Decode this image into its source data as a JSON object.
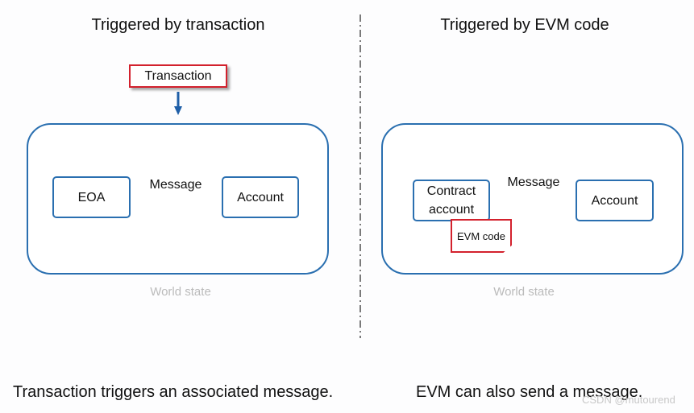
{
  "left": {
    "heading": "Triggered by transaction",
    "transaction_label": "Transaction",
    "source_label": "EOA",
    "message_label": "Message",
    "target_label": "Account",
    "world_state_label": "World state",
    "caption": "Transaction triggers an associated message."
  },
  "right": {
    "heading": "Triggered by EVM code",
    "source_label_line1": "Contract",
    "source_label_line2": "account",
    "evm_code_label": "EVM code",
    "message_label": "Message",
    "target_label": "Account",
    "world_state_label": "World state",
    "caption": "EVM can also send a message."
  },
  "watermark": "CSDN @mutourend",
  "colors": {
    "border_blue": "#2a6fb0",
    "arrow_red": "#e0242e",
    "note_red": "#d3212d",
    "down_arrow_blue": "#1f5fa8"
  }
}
